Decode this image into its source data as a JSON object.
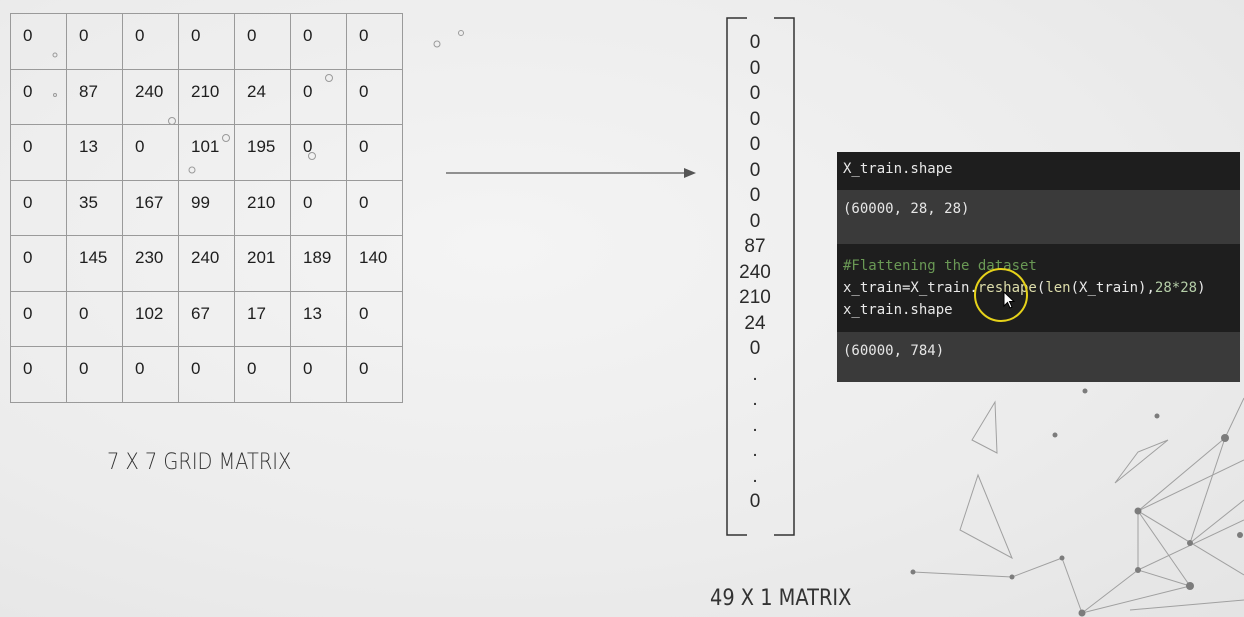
{
  "grid": {
    "rows": [
      [
        "0",
        "0",
        "0",
        "0",
        "0",
        "0",
        "0"
      ],
      [
        "0",
        "87",
        "240",
        "210",
        "24",
        "0",
        "0"
      ],
      [
        "0",
        "13",
        "0",
        "101",
        "195",
        "0",
        "0"
      ],
      [
        "0",
        "35",
        "167",
        "99",
        "210",
        "0",
        "0"
      ],
      [
        "0",
        "145",
        "230",
        "240",
        "201",
        "189",
        "140"
      ],
      [
        "0",
        "0",
        "102",
        "67",
        "17",
        "13",
        "0"
      ],
      [
        "0",
        "0",
        "0",
        "0",
        "0",
        "0",
        "0"
      ]
    ],
    "caption": "7 X 7 GRID MATRIX"
  },
  "vector": {
    "values": [
      "0",
      "0",
      "0",
      "0",
      "0",
      "0",
      "0",
      "0",
      "87",
      "240",
      "210",
      "24",
      "0",
      ".",
      ".",
      ".",
      ".",
      ".",
      "0"
    ],
    "caption": "49 X 1 MATRIX"
  },
  "notebook": {
    "cell1_code": "X_train.shape",
    "cell1_output": "(60000, 28, 28)",
    "cell2_comment": "#Flattening the dataset",
    "cell2_line2_a": "x_train=X_train.",
    "cell2_line2_fn": "reshape",
    "cell2_line2_b": "(",
    "cell2_line2_fn2": "len",
    "cell2_line2_c": "(X_train),",
    "cell2_line2_num": "28*28",
    "cell2_line2_d": ")",
    "cell2_line3": "x_train.shape",
    "cell2_output": "(60000, 784)"
  },
  "colors": {
    "highlight": "#e6d21a",
    "comment": "#6a9955"
  }
}
